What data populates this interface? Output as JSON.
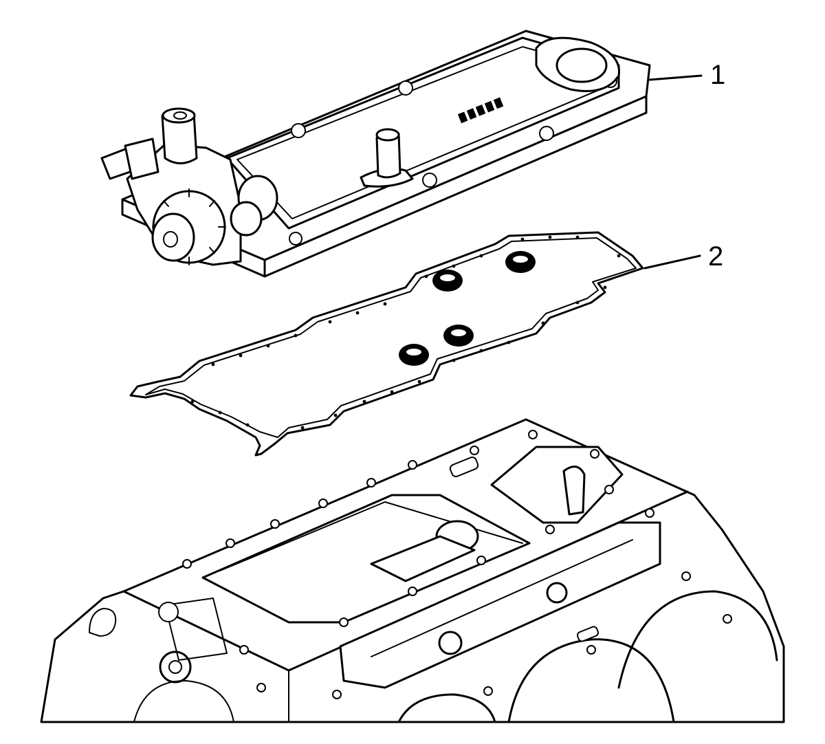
{
  "diagram": {
    "callouts": [
      {
        "id": "1",
        "label": "1"
      },
      {
        "id": "2",
        "label": "2"
      }
    ],
    "parts": [
      {
        "callout": "1",
        "icon": "valley-cover-with-oil-pump-icon"
      },
      {
        "callout": "2",
        "icon": "valley-cover-gasket-icon"
      },
      {
        "callout": "",
        "icon": "engine-block-icon"
      }
    ]
  }
}
